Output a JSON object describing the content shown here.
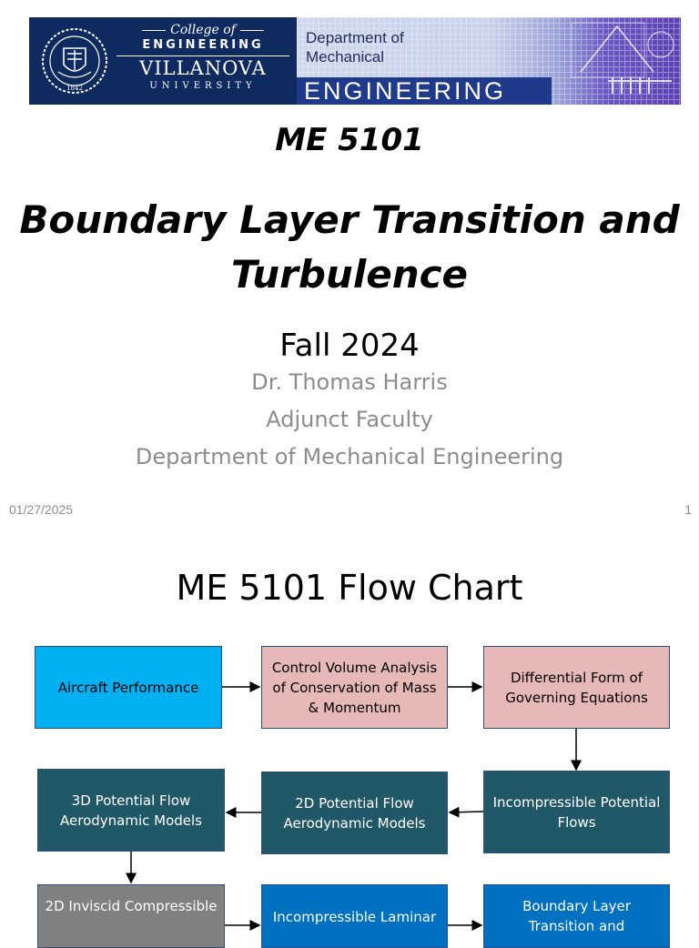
{
  "banner": {
    "seal_text": "1842",
    "college_of": "College of",
    "college_engineering": "ENGINEERING",
    "villanova": "VILLANOVA",
    "university": "UNIVERSITY",
    "dept_line1": "Department of",
    "dept_line2": "Mechanical",
    "dept_engineering": "ENGINEERING",
    "colors": {
      "navy": "#0e2a5e",
      "dept_blue": "#1f3a8a",
      "purple": "#5c3fb3"
    }
  },
  "slide1": {
    "course": "ME 5101",
    "title": "Boundary Layer Transition and Turbulence",
    "term": "Fall 2024",
    "instructor": "Dr. Thomas Harris",
    "position": "Adjunct Faculty",
    "department": "Department of Mechanical Engineering",
    "date": "01/27/2025",
    "page_number": "1"
  },
  "slide2": {
    "title": "ME 5101 Flow Chart",
    "boxes": [
      {
        "label": "Aircraft Performance",
        "fill": "#00b0f0"
      },
      {
        "label": "Control Volume Analysis of Conservation of Mass & Momentum",
        "fill": "#e6b8b7"
      },
      {
        "label": "Differential Form of Governing Equations",
        "fill": "#e6b8b7"
      },
      {
        "label": "3D Potential Flow Aerodynamic Models",
        "fill": "#215868"
      },
      {
        "label": "2D Potential Flow Aerodynamic Models",
        "fill": "#215868"
      },
      {
        "label": "Incompressible Potential Flows",
        "fill": "#215868"
      },
      {
        "label": "2D Inviscid Compressible",
        "fill": "#808080"
      },
      {
        "label": "Incompressible Laminar",
        "fill": "#0070c0"
      },
      {
        "label": "Boundary Layer Transition and",
        "fill": "#0070c0"
      }
    ]
  }
}
